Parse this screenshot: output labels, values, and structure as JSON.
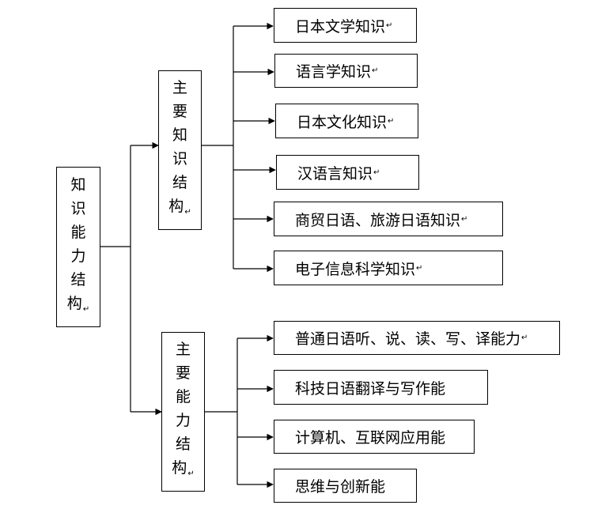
{
  "root": {
    "chars": [
      "知",
      "识",
      "能",
      "力",
      "结",
      "构"
    ],
    "mark": "↵"
  },
  "branches": [
    {
      "chars": [
        "主",
        "要",
        "知",
        "识",
        "结",
        "构"
      ],
      "mark": "↵",
      "items": [
        {
          "label": "日本文学知识",
          "mark": "↵"
        },
        {
          "label": "语言学知识",
          "mark": "↵"
        },
        {
          "label": "日本文化知识",
          "mark": "↵"
        },
        {
          "label": "汉语言知识",
          "mark": "↵"
        },
        {
          "label": "商贸日语、旅游日语知识",
          "mark": "↵"
        },
        {
          "label": "电子信息科学知识",
          "mark": "↵"
        }
      ]
    },
    {
      "chars": [
        "主",
        "要",
        "能",
        "力",
        "结",
        "构"
      ],
      "mark": "↵",
      "items": [
        {
          "label": "普通日语听、说、读、写、译能力",
          "mark": "↵"
        },
        {
          "label": "科技日语翻译与写作能",
          "mark": ""
        },
        {
          "label": "计算机、互联网应用能",
          "mark": ""
        },
        {
          "label": "思维与创新能",
          "mark": ""
        }
      ]
    }
  ]
}
